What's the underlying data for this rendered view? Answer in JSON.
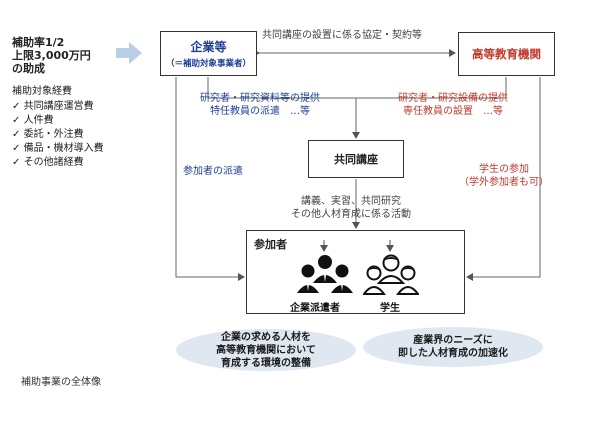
{
  "subsidy": {
    "rate": "補助率1/2",
    "cap": "上限3,000万円",
    "suffix": "の助成"
  },
  "expenses": {
    "title": "補助対象経費",
    "items": [
      "共同講座運営費",
      "人件費",
      "委託・外注費",
      "備品・機材導入費",
      "その他諸経費"
    ],
    "bullet": "✓"
  },
  "company": {
    "title": "企業等",
    "subtitle": "（＝補助対象事業者）"
  },
  "university": {
    "title": "高等教育機関"
  },
  "agreement": "共同講座の設置に係る協定・契約等",
  "company_provision": [
    "研究者・研究資料等の提供",
    "特任教員の派遣　…等"
  ],
  "univ_provision": [
    "研究者・研究設備の提供",
    "専任教員の設置　…等"
  ],
  "joint_course": "共同講座",
  "dispatch": "参加者の派遣",
  "student_participation": [
    "学生の参加",
    "（学外参加者も可）"
  ],
  "activities": [
    "講義、実習、共同研究",
    "その他人材育成に係る活動"
  ],
  "participants": {
    "title": "参加者",
    "company_staff": "企業派遣者",
    "students": "学生"
  },
  "goals": {
    "left": [
      "企業の求める人材を",
      "高等教育機関において",
      "育成する環境の整備"
    ],
    "right": [
      "産業界のニーズに",
      "即した人材育成の加速化"
    ]
  },
  "caption": "補助事業の全体像",
  "colors": {
    "blue": "#1e3f96",
    "red": "#c0392b",
    "ellipse": "#dfe8f1"
  }
}
